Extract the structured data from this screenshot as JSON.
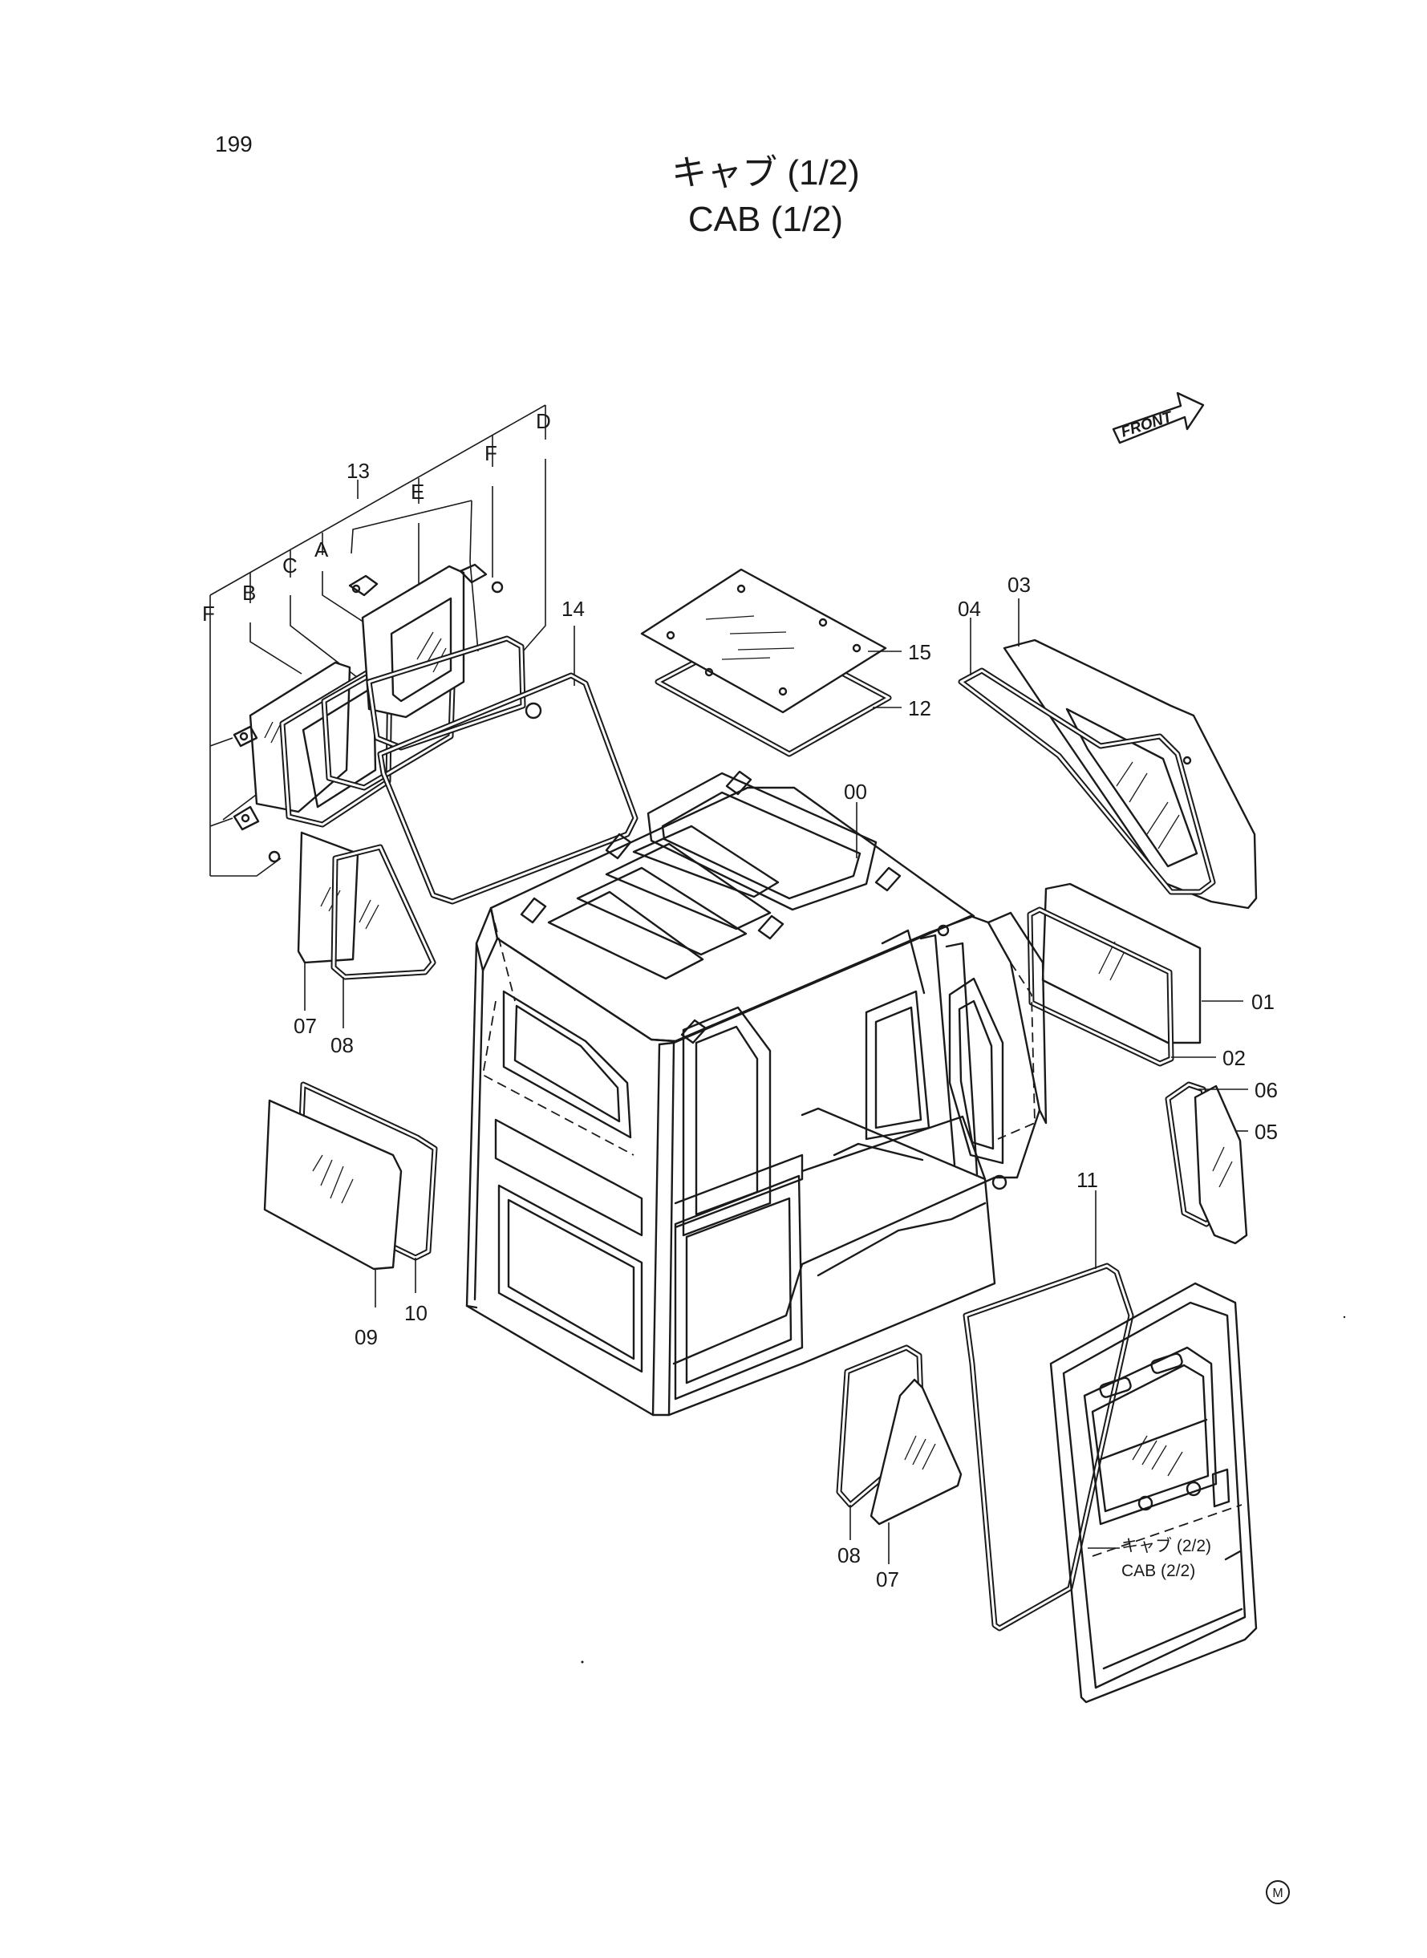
{
  "header": {
    "page_number": "199",
    "title_ja": "キャブ (1/2)",
    "title_en": "CAB (1/2)"
  },
  "front_indicator": "FRONT",
  "reference": {
    "ja": "キャブ (2/2)",
    "en": "CAB (2/2)"
  },
  "corner_mark": "M",
  "callouts": {
    "c00": "00",
    "c01": "01",
    "c02": "02",
    "c03": "03",
    "c04": "04",
    "c05": "05",
    "c06": "06",
    "c07a": "07",
    "c07b": "07",
    "c08a": "08",
    "c08b": "08",
    "c09": "09",
    "c10": "10",
    "c11": "11",
    "c12": "12",
    "c13": "13",
    "c14": "14",
    "c15": "15",
    "lA": "A",
    "lB": "B",
    "lC": "C",
    "lD": "D",
    "lE": "E",
    "lF1": "F",
    "lF2": "F"
  }
}
